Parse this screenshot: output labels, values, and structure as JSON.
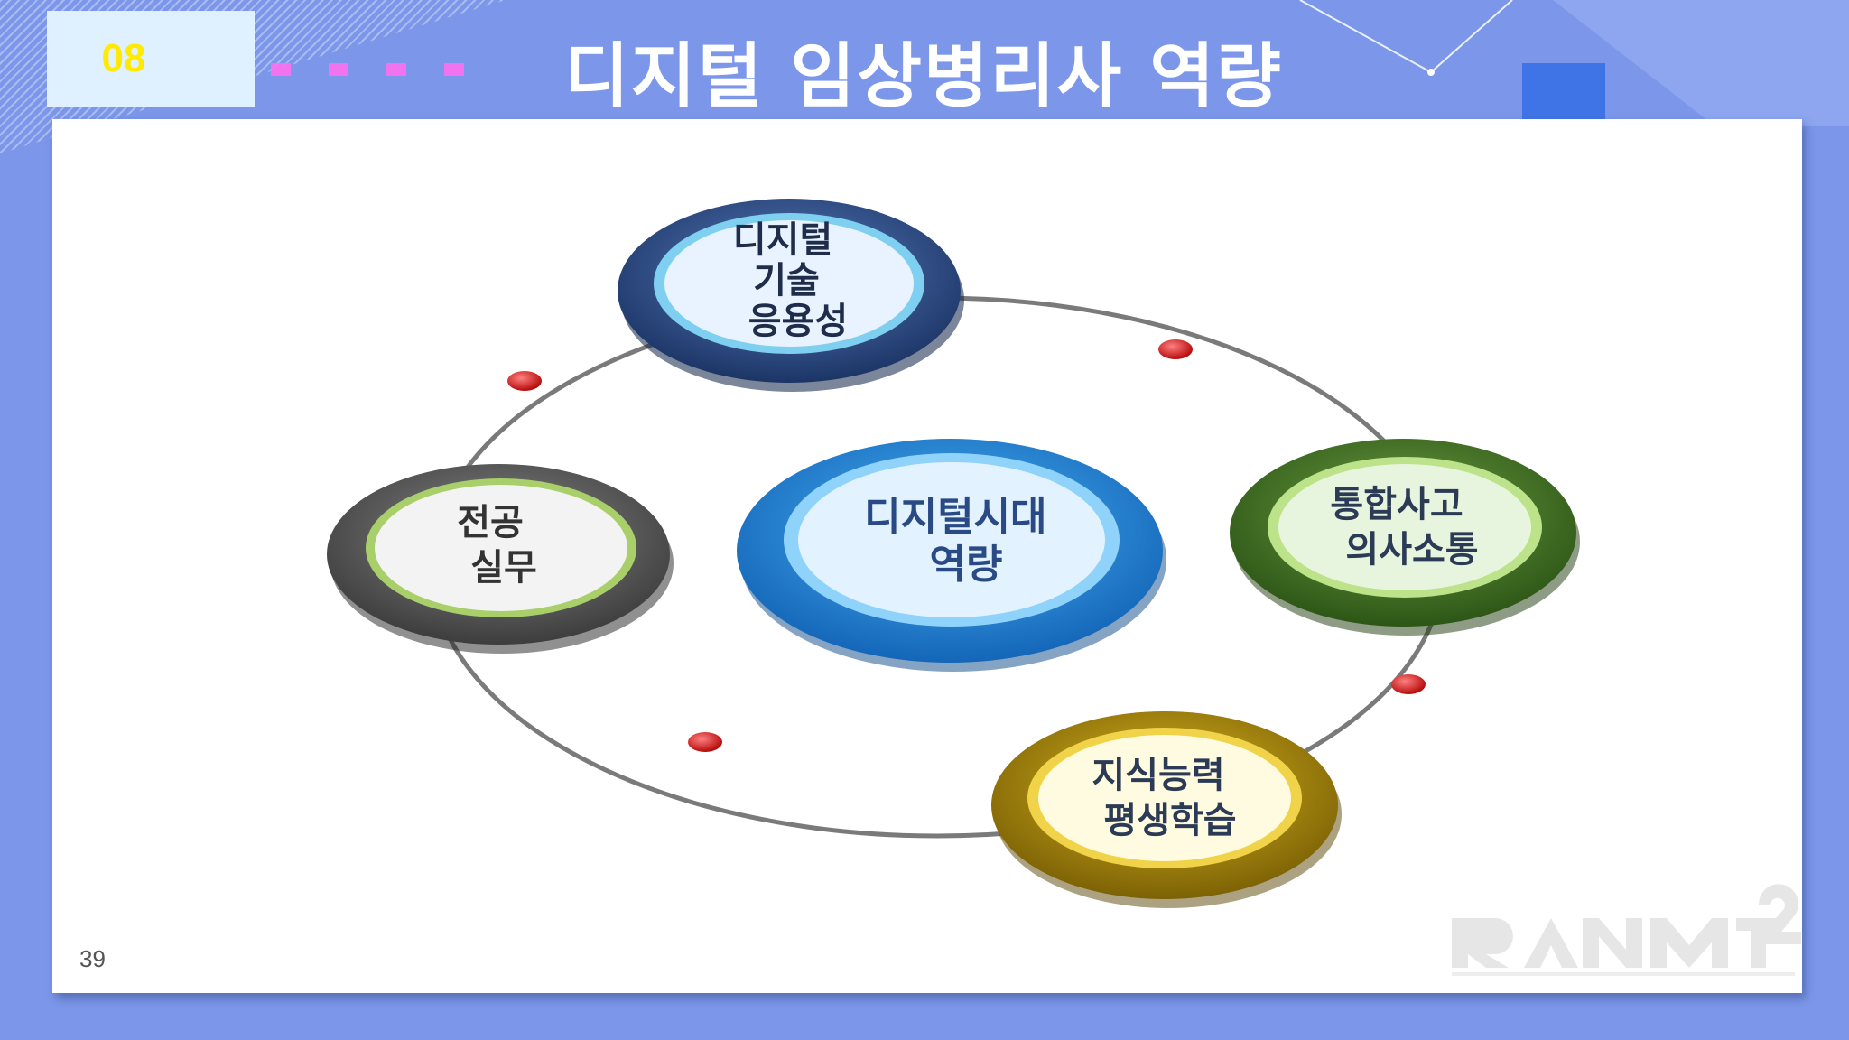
{
  "header": {
    "section_number": "08",
    "title": "디지털 임상병리사 역량"
  },
  "diagram": {
    "center": {
      "lines": [
        "디지털시대",
        "역량"
      ],
      "color": "#1a7fd0"
    },
    "nodes": [
      {
        "id": "digital",
        "lines": [
          "디지털",
          "기술",
          "응용성"
        ],
        "color": "#24427a"
      },
      {
        "id": "integrated",
        "lines": [
          "통합사고",
          "의사소통"
        ],
        "color": "#3c6a1f"
      },
      {
        "id": "knowledge",
        "lines": [
          "지식능력",
          "평생학습"
        ],
        "color": "#9c7d0a"
      },
      {
        "id": "major",
        "lines": [
          "전공",
          "실무"
        ],
        "color": "#555555"
      }
    ],
    "connector_color": "#7a7a7a",
    "marker_color": "#e01010"
  },
  "footer": {
    "page_number": "39"
  },
  "colors": {
    "background": "#7c97ea",
    "badge": "#dff0ff",
    "section_number": "#ffea00",
    "accent_dots": "#ff6ff0"
  }
}
